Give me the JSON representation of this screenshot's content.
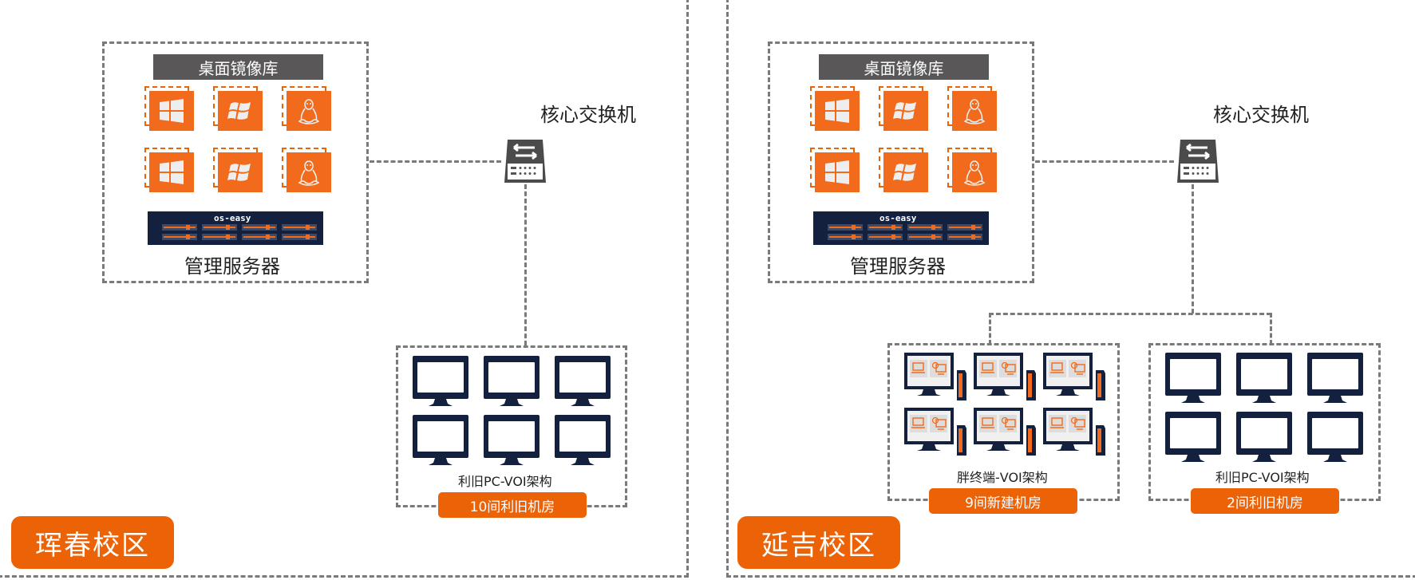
{
  "diagram": {
    "campuses": [
      {
        "name": "珲春校区",
        "repo_title": "桌面镜像库",
        "server_label": "管理服务器",
        "server_brand": "os-easy",
        "switch_label": "核心交换机",
        "os_images": [
          "windows-10",
          "windows-7",
          "linux",
          "windows-10",
          "windows-7",
          "linux"
        ],
        "rooms": [
          {
            "architecture": "利旧PC-VOI架构",
            "badge": "10间利旧机房",
            "terminal_type": "monitor",
            "count_shown": 6
          }
        ]
      },
      {
        "name": "延吉校区",
        "repo_title": "桌面镜像库",
        "server_label": "管理服务器",
        "server_brand": "os-easy",
        "switch_label": "核心交换机",
        "os_images": [
          "windows-10",
          "windows-7",
          "linux",
          "windows-10",
          "windows-7",
          "linux"
        ],
        "rooms": [
          {
            "architecture": "胖终端-VOI架构",
            "badge": "9间新建机房",
            "terminal_type": "fat-client",
            "count_shown": 6
          },
          {
            "architecture": "利旧PC-VOI架构",
            "badge": "2间利旧机房",
            "terminal_type": "monitor",
            "count_shown": 6
          }
        ]
      }
    ]
  },
  "colors": {
    "accent": "#ec6206",
    "tile": "#f26a1b",
    "navy": "#13213f",
    "dash": "#7a7a7a",
    "repo_bg": "#595757"
  }
}
